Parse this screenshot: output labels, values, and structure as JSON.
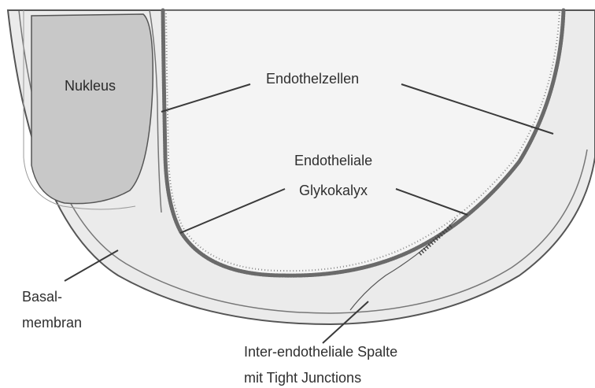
{
  "labels": {
    "nucleus": "Nukleus",
    "endothelial_cells": "Endothelzellen",
    "glycocalyx_line1": "Endotheliale",
    "glycocalyx_line2": "Glykokalyx",
    "basement_line1": "Basal-",
    "basement_line2": "membran",
    "cleft_line1": "Inter-endotheliale Spalte",
    "cleft_line2": "mit Tight Junctions"
  },
  "colors": {
    "cell_fill": "#ebebeb",
    "nucleus_fill": "#c8c8c8",
    "outline": "#555555",
    "glycocalyx": "#6a6a6a",
    "text": "#2f2f2f"
  }
}
